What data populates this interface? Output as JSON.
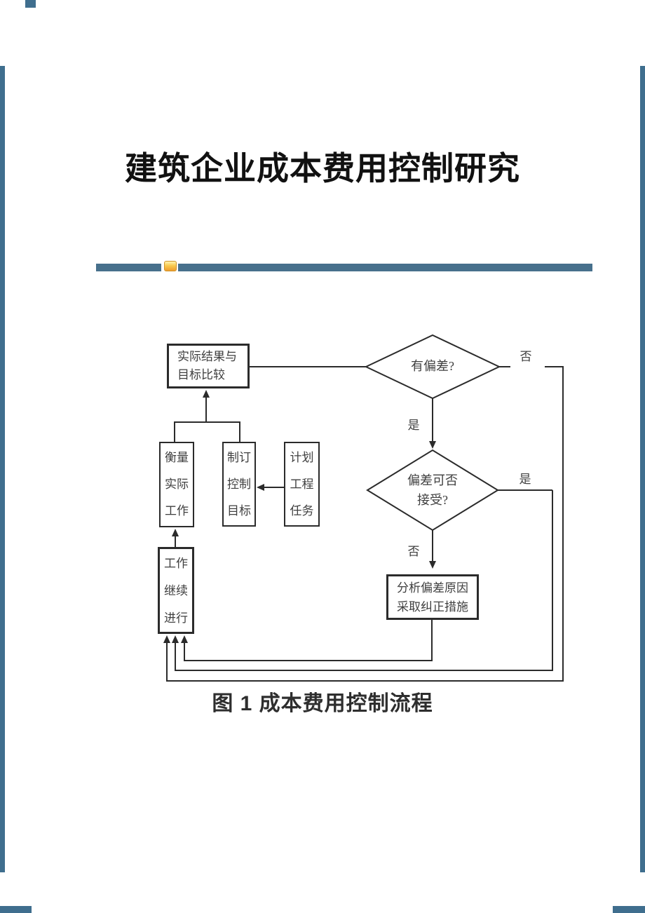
{
  "document": {
    "title": "建筑企业成本费用控制研究",
    "figure_caption": "图 1  成本费用控制流程"
  },
  "divider": {
    "icon": "bookmark-icon",
    "bar_color": "#47708c",
    "icon_color": "#f6b53d"
  },
  "page_edge_marks": {
    "color": "#3f6e8e"
  },
  "flowchart": {
    "line_color": "#2b2b2b",
    "nodes": {
      "compare": {
        "lines": [
          "实际结果与",
          "目标比较"
        ]
      },
      "has_deviation": {
        "label": "有偏差?"
      },
      "deviation_acceptable": {
        "lines": [
          "偏差可否",
          "接受?"
        ]
      },
      "measure_actual": {
        "lines": [
          "衡量",
          "实际",
          "工作"
        ]
      },
      "set_control_target": {
        "lines": [
          "制订",
          "控制",
          "目标"
        ]
      },
      "plan_tasks": {
        "lines": [
          "计划",
          "工程",
          "任务"
        ]
      },
      "work_continue": {
        "lines": [
          "工作",
          "继续",
          "进行"
        ]
      },
      "analyze_correct": {
        "lines": [
          "分析偏差原因",
          "采取纠正措施"
        ]
      }
    },
    "edge_labels": {
      "no_top": "否",
      "yes_between": "是",
      "yes_right": "是",
      "no_between": "否"
    }
  }
}
